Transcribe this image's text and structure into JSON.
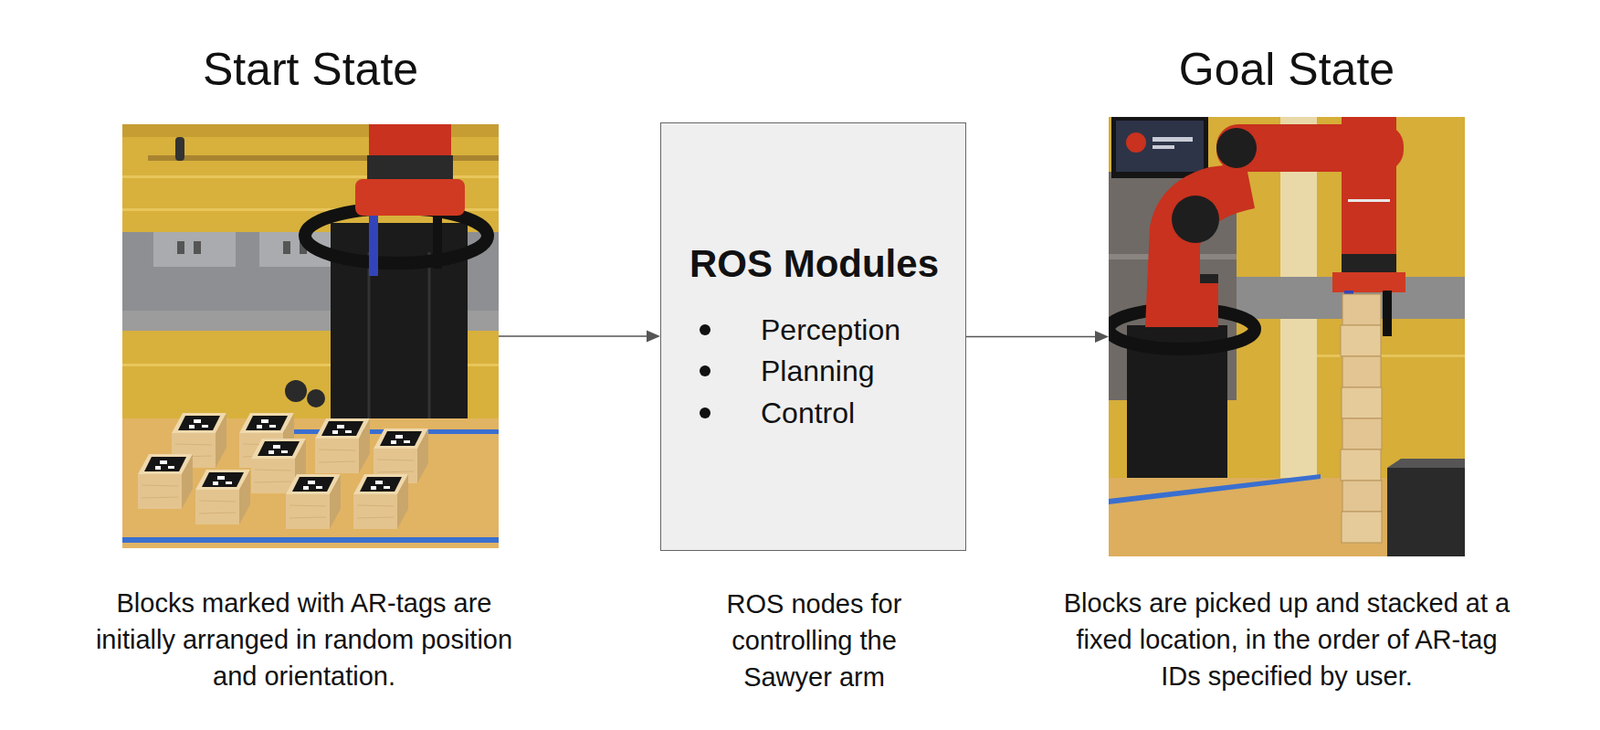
{
  "diagram": {
    "nodes": [
      {
        "text": [
          "Start State",
          "Blocks marked with AR-tags are initially arranged in random position and orientation."
        ]
      },
      {
        "text": [
          "ROS Modules",
          "Perception",
          "Planning",
          "Control",
          "ROS nodes for controlling the Sawyer arm"
        ]
      },
      {
        "text": [
          "Goal State",
          "Blocks are picked up and stacked at a fixed location, in the order of AR-tag IDs specified by user."
        ]
      }
    ],
    "edges": [
      {
        "from": 0,
        "to": 1,
        "arrow": "to"
      },
      {
        "from": 1,
        "to": 2,
        "arrow": "to"
      }
    ]
  }
}
